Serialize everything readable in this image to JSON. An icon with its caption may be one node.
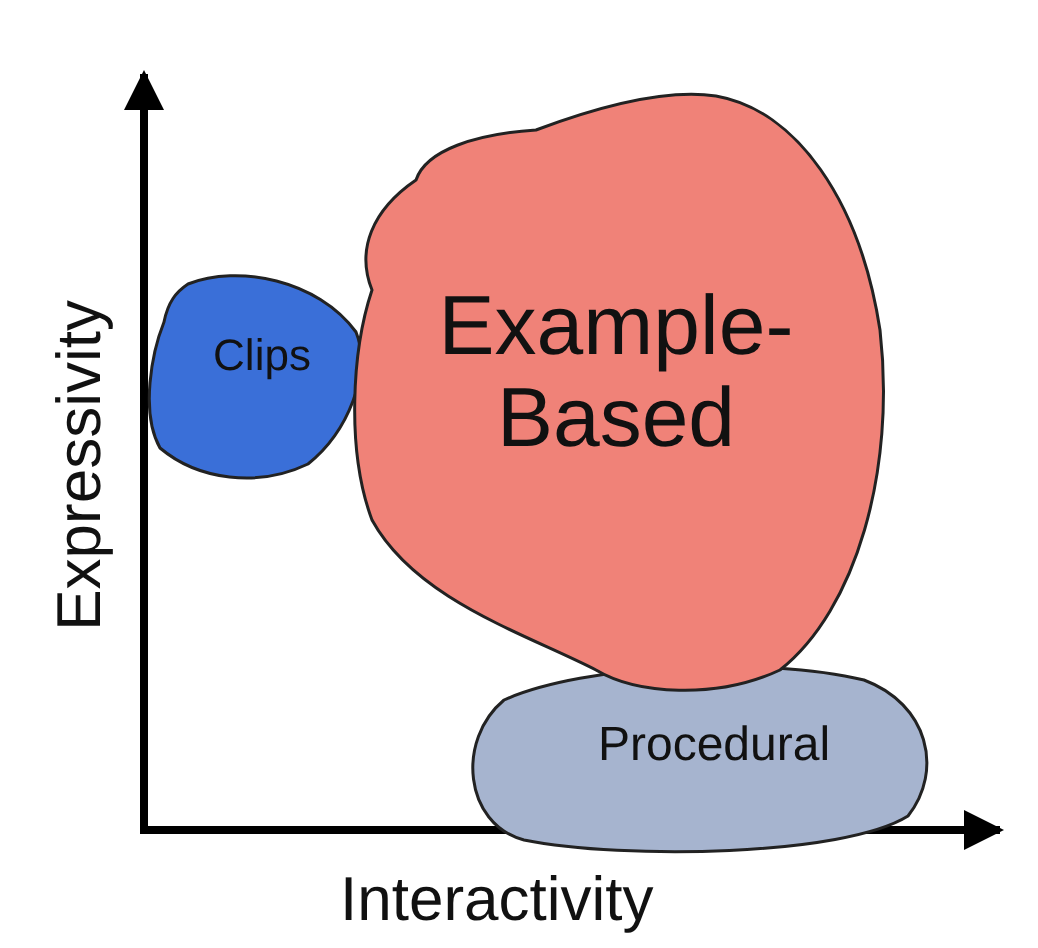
{
  "diagram": {
    "nodes": [
      {
        "text": [
          "Clips"
        ]
      },
      {
        "text": [
          "Example-Based"
        ]
      },
      {
        "text": [
          "Procedural"
        ]
      }
    ],
    "labels": [
      "Expressivity",
      "Interactivity"
    ]
  }
}
